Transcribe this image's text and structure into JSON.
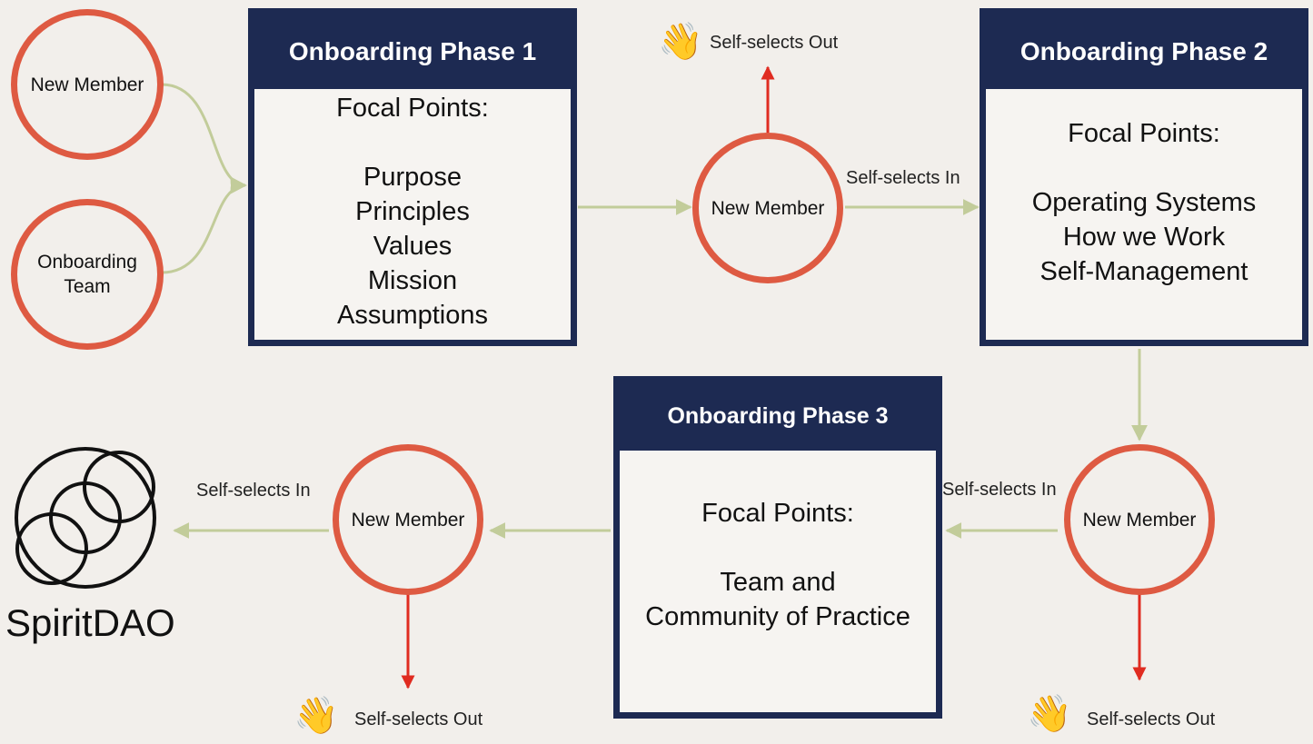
{
  "circles": {
    "new_member_top_left": "New Member",
    "onboarding_team": "Onboarding Team",
    "new_member_after_p1": "New Member",
    "new_member_after_p2": "New Member",
    "new_member_after_p3": "New Member"
  },
  "phases": [
    {
      "title": "Onboarding Phase 1",
      "focal": "Focal Points:",
      "items": [
        "Purpose",
        "Principles",
        "Values",
        "Mission",
        "Assumptions"
      ]
    },
    {
      "title": "Onboarding Phase 2",
      "focal": "Focal Points:",
      "items": [
        "Operating Systems",
        "How we Work",
        "Self-Management"
      ]
    },
    {
      "title": "Onboarding Phase 3",
      "focal": "Focal Points:",
      "items": [
        "Team and",
        "Community of Practice"
      ]
    }
  ],
  "labels": {
    "out_top": "Self-selects Out",
    "in_top": "Self-selects In",
    "in_right": "Self-selects In",
    "out_bottom_right": "Self-selects Out",
    "in_left": "Self-selects In",
    "out_bottom_left": "Self-selects Out"
  },
  "icons": {
    "waving_hand": "👋"
  },
  "logo": {
    "name": "SpiritDAO"
  },
  "colors": {
    "circle": "#de5a42",
    "phase": "#1d2a52",
    "flow": "#c2cc9a",
    "out": "#e02b20"
  }
}
